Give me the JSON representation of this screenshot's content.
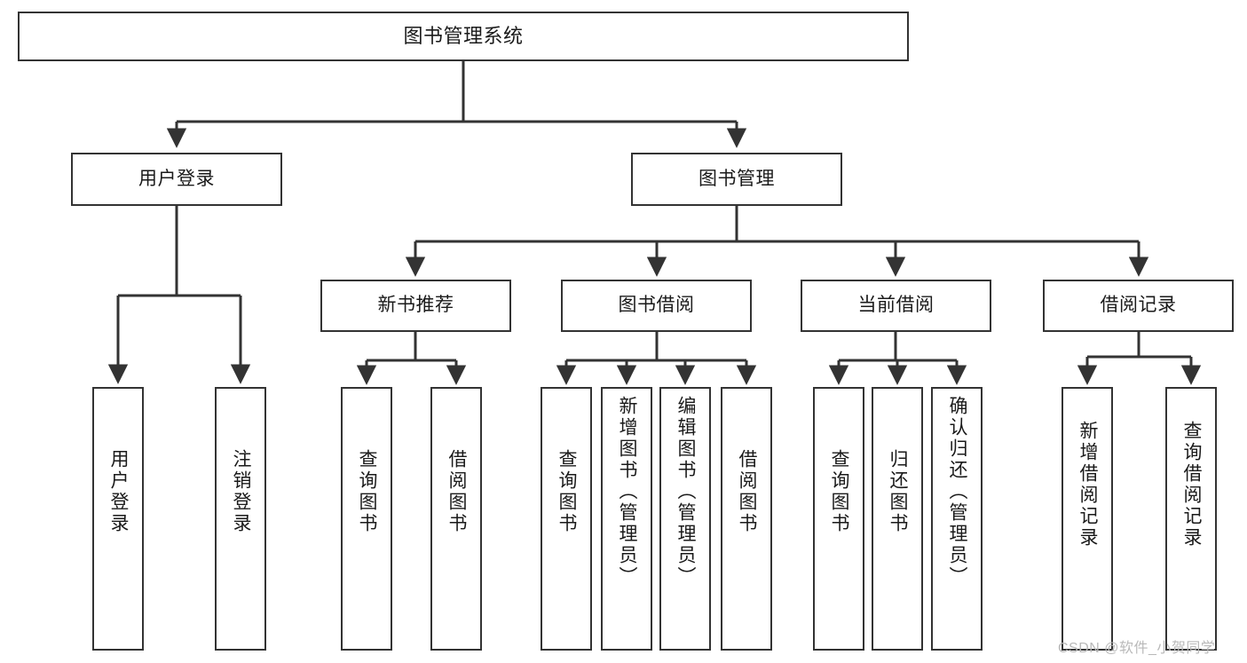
{
  "diagram": {
    "title": "图书管理系统",
    "type": "tree-hierarchy-chart",
    "colors": {
      "box_border": "#333333",
      "box_fill": "#ffffff",
      "edge": "#333333",
      "background": "#ffffff",
      "watermark": "#b9b9b9"
    },
    "watermark": "CSDN @软件_小贺同学",
    "levels": {
      "root": {
        "label": "图书管理系统"
      },
      "level1": [
        {
          "label": "用户登录"
        },
        {
          "label": "图书管理"
        }
      ],
      "level2": [
        {
          "label": "新书推荐"
        },
        {
          "label": "图书借阅"
        },
        {
          "label": "当前借阅"
        },
        {
          "label": "借阅记录"
        }
      ],
      "leaves": {
        "user_login": [
          {
            "label": "用户登录"
          },
          {
            "label": "注销登录"
          }
        ],
        "new_book_recommend": [
          {
            "label": "查询图书"
          },
          {
            "label": "借阅图书"
          }
        ],
        "book_borrow": [
          {
            "label": "查询图书"
          },
          {
            "label": "新增图书（管理员）"
          },
          {
            "label": "编辑图书（管理员）"
          },
          {
            "label": "借阅图书"
          }
        ],
        "current_borrow": [
          {
            "label": "查询图书"
          },
          {
            "label": "归还图书"
          },
          {
            "label": "确认归还（管理员）"
          }
        ],
        "borrow_records": [
          {
            "label": "新增借阅记录"
          },
          {
            "label": "查询借阅记录"
          }
        ]
      }
    }
  }
}
